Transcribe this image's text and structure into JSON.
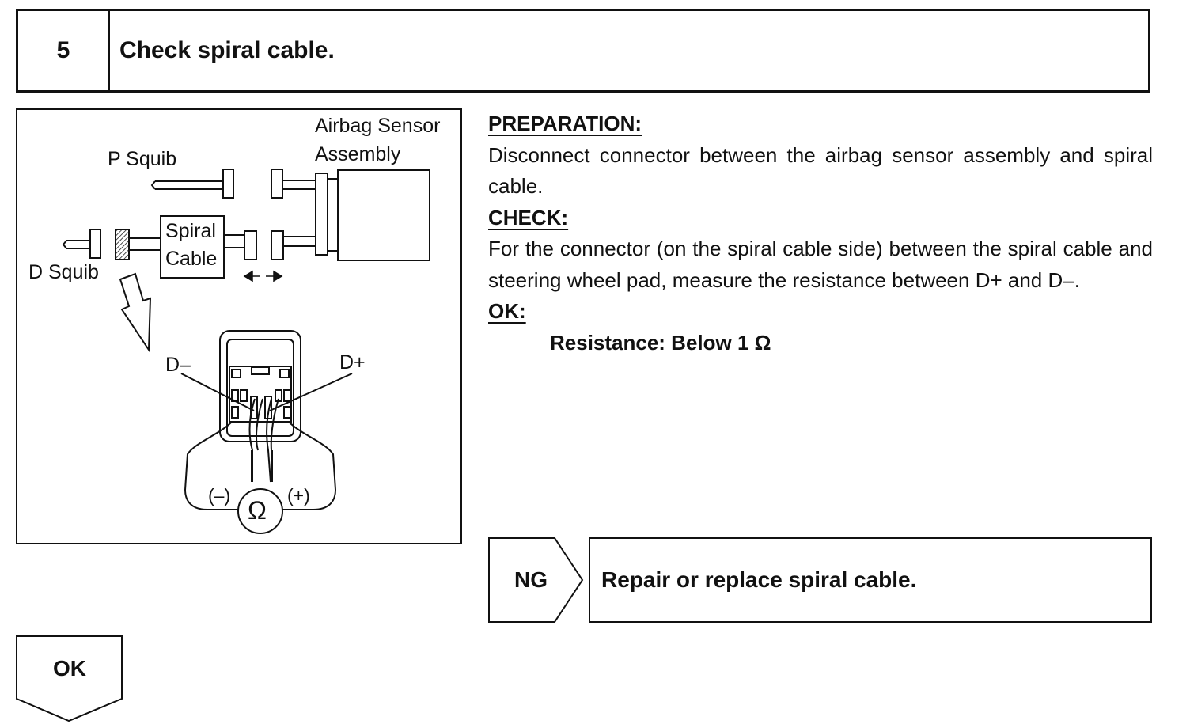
{
  "step": {
    "number": "5",
    "title": "Check spiral cable."
  },
  "figure": {
    "labels": {
      "airbag_sensor_line1": "Airbag Sensor",
      "airbag_sensor_line2": "Assembly",
      "p_squib": "P Squib",
      "d_squib": "D Squib",
      "spiral_line1": "Spiral",
      "spiral_line2": "Cable",
      "d_minus": "D–",
      "d_plus": "D+",
      "lead_minus": "(–)",
      "lead_plus": "(+)",
      "ohm_symbol": "Ω"
    }
  },
  "instructions": {
    "preparation_heading": "PREPARATION:",
    "preparation_text": "Disconnect connector between the airbag sensor assembly and spiral cable.",
    "check_heading": "CHECK:",
    "check_text": "For the connector (on the spiral cable side) between the spiral cable and steering wheel pad, measure the resistance between D+ and D–.",
    "ok_heading": "OK:",
    "ok_result": "Resistance: Below 1 Ω"
  },
  "results": {
    "ng_label": "NG",
    "ng_action": "Repair or replace spiral cable.",
    "ok_label": "OK"
  }
}
